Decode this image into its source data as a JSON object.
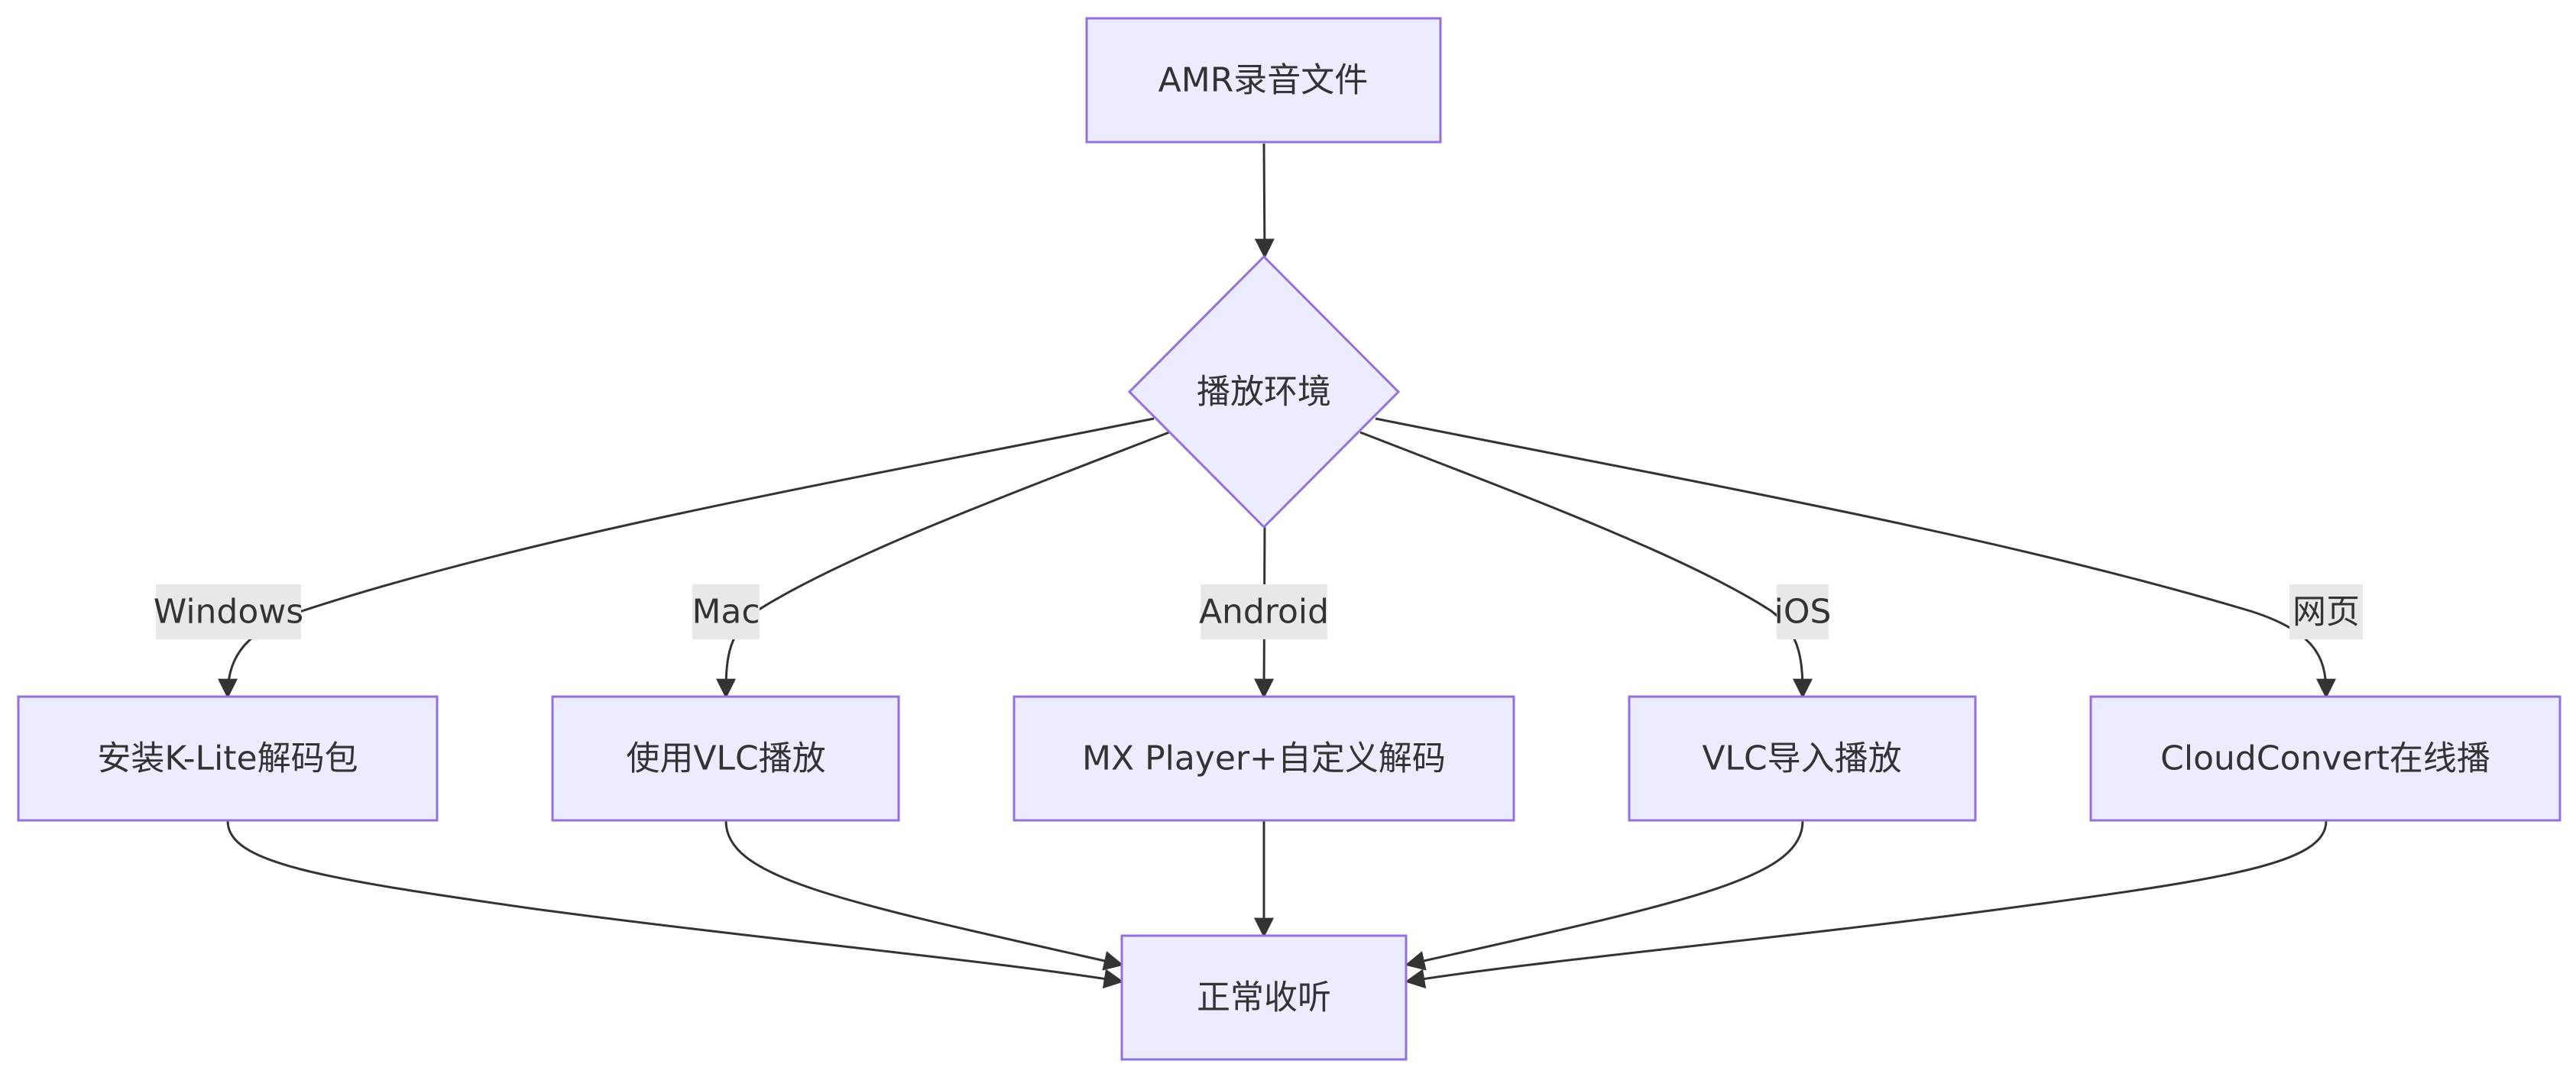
{
  "nodes": {
    "source": "AMR录音文件",
    "decision": "播放环境",
    "windows_action": "安装K-Lite解码包",
    "mac_action": "使用VLC播放",
    "android_action": "MX Player+自定义解码",
    "ios_action": "VLC导入播放",
    "web_action": "CloudConvert在线播",
    "result": "正常收听"
  },
  "edge_labels": {
    "windows": "Windows",
    "mac": "Mac",
    "android": "Android",
    "ios": "iOS",
    "web": "网页"
  },
  "colors": {
    "node_fill": "#ECECFF",
    "node_stroke": "#9370DB",
    "edge": "#333333",
    "label_bg": "#E8E8E8",
    "text": "#333333"
  }
}
